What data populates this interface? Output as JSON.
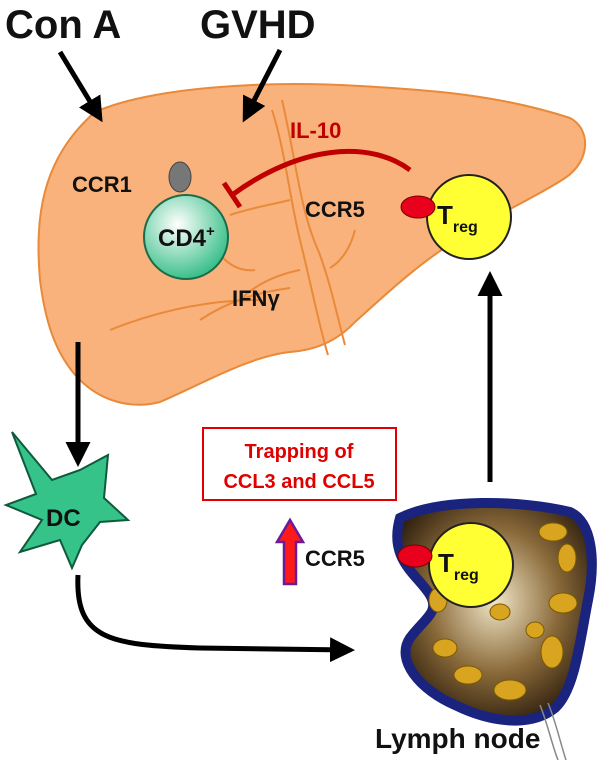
{
  "labels": {
    "con_a": "Con A",
    "gvhd": "GVHD",
    "il10": "IL-10",
    "ccr1": "CCR1",
    "ccr5_liver": "CCR5",
    "ccr5_node": "CCR5",
    "ifng": "IFNγ",
    "cd4": "CD4",
    "cd4_sup": "+",
    "treg_main": "T",
    "treg_sub": "reg",
    "dc": "DC",
    "trapping_line1": "Trapping of",
    "trapping_line2": "CCL3 and CCL5",
    "lymph_node": "Lymph node"
  },
  "colors": {
    "liver_fill": "#f9b27b",
    "liver_stroke": "#e98a3a",
    "il10_red": "#c00000",
    "treg_yellow": "#ffff33",
    "receptor_red": "#e8001c",
    "ccr1_gray": "#777777",
    "cd4_green": "#8fe3b8",
    "dc_green": "#35c38a",
    "node_blue": "#1a237e",
    "node_brown": "#4a3520",
    "follicle_gold": "#d9a520",
    "trapping_red": "#e00000",
    "up_arrow_red": "#ff1a1a",
    "up_arrow_border": "#6a1b9a"
  }
}
